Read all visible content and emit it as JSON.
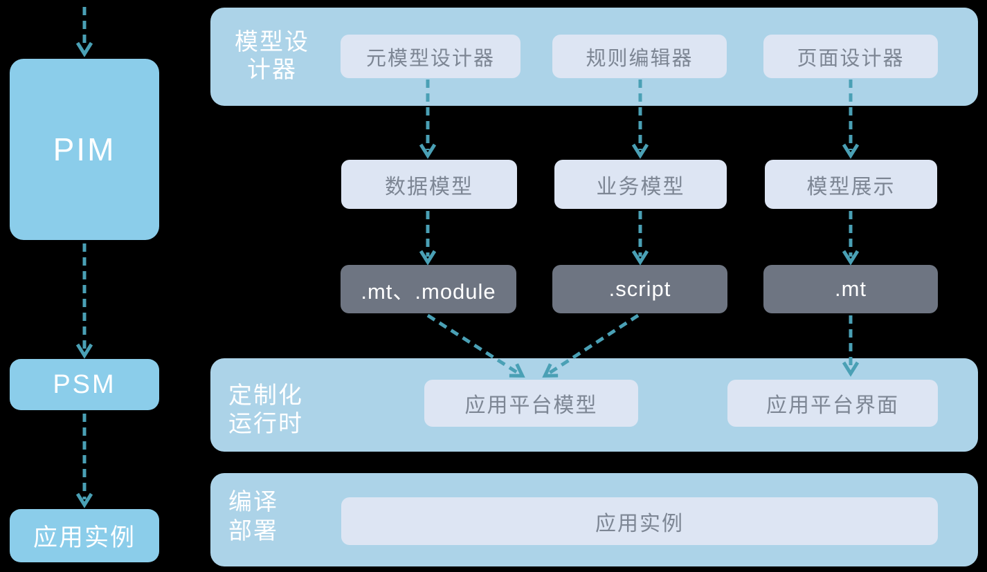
{
  "diagram": {
    "left": {
      "pim_label": "PIM",
      "psm_label": "PSM",
      "instance_label": "应用实例"
    },
    "designer_section": {
      "label_line1": "模型设",
      "label_line2": "计器",
      "tools": [
        {
          "label": "元模型设计器"
        },
        {
          "label": "规则编辑器"
        },
        {
          "label": "页面设计器"
        }
      ]
    },
    "models": [
      {
        "label": "数据模型"
      },
      {
        "label": "业务模型"
      },
      {
        "label": "模型展示"
      }
    ],
    "artifacts": [
      {
        "label": ".mt、.module"
      },
      {
        "label": ".script"
      },
      {
        "label": ".mt"
      }
    ],
    "runtime_section": {
      "label_line1": "定制化",
      "label_line2": "运行时",
      "items": [
        {
          "label": "应用平台模型"
        },
        {
          "label": "应用平台界面"
        }
      ]
    },
    "deploy_section": {
      "label_line1": "编译",
      "label_line2": "部署",
      "items": [
        {
          "label": "应用实例"
        }
      ]
    },
    "colors": {
      "background": "#000000",
      "primary_blue": "#8BCDEA",
      "container_blue": "#ACD3E8",
      "chip_light": "#DDE5F3",
      "chip_dark": "#6E7582",
      "arrow_teal": "#4AA0B5",
      "chip_text": "#7D8694",
      "white_text": "#FFFFFF"
    }
  }
}
